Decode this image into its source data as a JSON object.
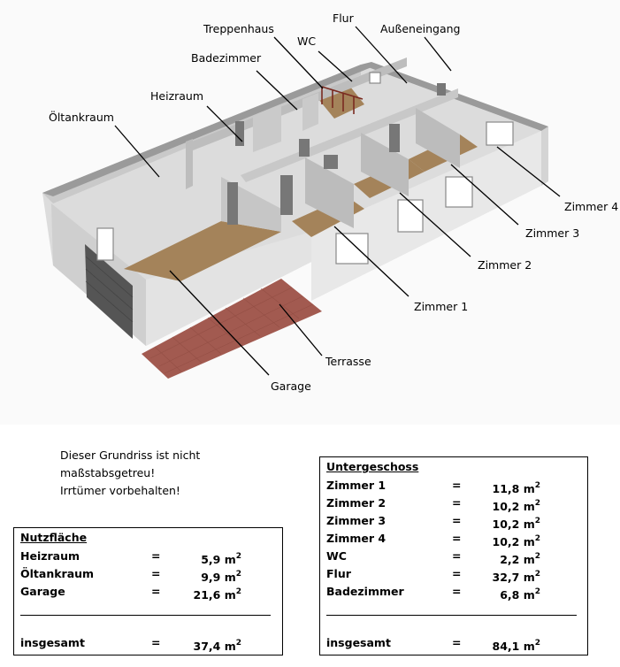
{
  "labels": {
    "treppenhaus": "Treppenhaus",
    "flur": "Flur",
    "aussen": "Außeneingang",
    "wc": "WC",
    "bad": "Badezimmer",
    "heiz": "Heizraum",
    "oel": "Öltankraum",
    "z4": "Zimmer 4",
    "z3": "Zimmer 3",
    "z2": "Zimmer 2",
    "z1": "Zimmer 1",
    "terrasse": "Terrasse",
    "garage": "Garage"
  },
  "note": [
    "Dieser Grundriss ist nicht",
    "maßstabsgetreu!",
    "Irrtümer vorbehalten!"
  ],
  "nutz": {
    "title": "Nutzfläche",
    "rows": [
      {
        "label": "Heizraum",
        "eq": "=",
        "value": "5,9 m"
      },
      {
        "label": "Öltankraum",
        "eq": "=",
        "value": "9,9 m"
      },
      {
        "label": "Garage",
        "eq": "=",
        "value": "21,6 m"
      }
    ],
    "total": {
      "label": "insgesamt",
      "eq": "=",
      "value": "37,4 m"
    },
    "unit_sup": "2"
  },
  "ug": {
    "title": "Untergeschoss",
    "rows": [
      {
        "label": "Zimmer 1",
        "eq": "=",
        "value": "11,8 m"
      },
      {
        "label": "Zimmer 2",
        "eq": "=",
        "value": "10,2 m"
      },
      {
        "label": "Zimmer 3",
        "eq": "=",
        "value": "10,2 m"
      },
      {
        "label": "Zimmer 4",
        "eq": "=",
        "value": "10,2 m"
      },
      {
        "label": "WC",
        "eq": "=",
        "value": "2,2 m"
      },
      {
        "label": "Flur",
        "eq": "=",
        "value": "32,7 m"
      },
      {
        "label": "Badezimmer",
        "eq": "=",
        "value": "6,8 m"
      }
    ],
    "total": {
      "label": "insgesamt",
      "eq": "=",
      "value": "84,1 m"
    },
    "unit_sup": "2"
  }
}
